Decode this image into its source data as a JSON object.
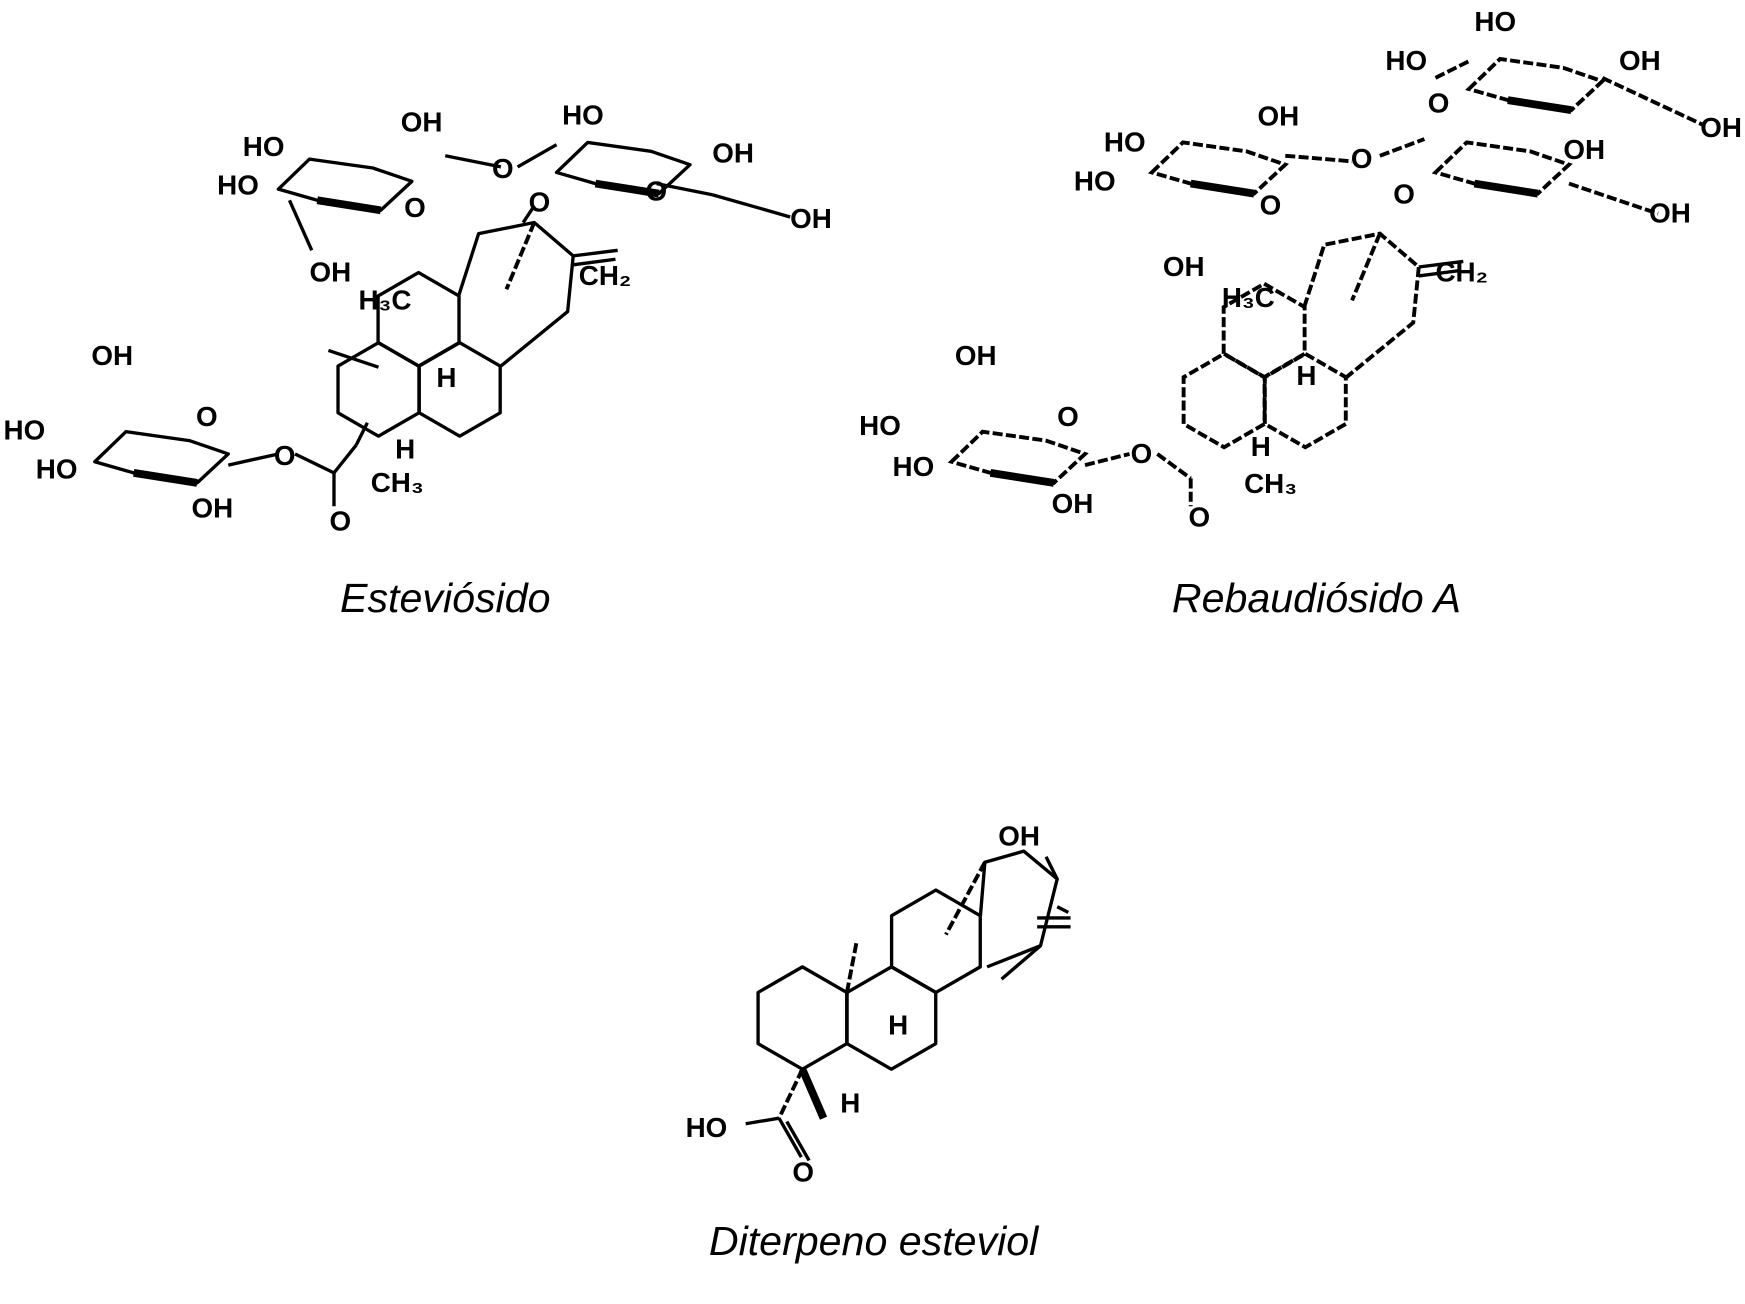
{
  "molecules": [
    {
      "id": "stevioside",
      "caption": "Esteviósido",
      "atom_labels": [
        "OH",
        "HO",
        "HO",
        "OH",
        "HO",
        "OH",
        "O",
        "O",
        "O",
        "O",
        "OH",
        "CH₂",
        "H₃C",
        "H",
        "OH",
        "HO",
        "O",
        "O",
        "HO",
        "OH",
        "H",
        "CH₃",
        "O"
      ]
    },
    {
      "id": "rebaudioside-a",
      "caption": "Rebaudiósido A",
      "atom_labels": [
        "HO",
        "OH",
        "HO",
        "O",
        "O",
        "O",
        "OH",
        "OH",
        "HO",
        "HO",
        "OH",
        "O",
        "OH",
        "OH",
        "H₃C",
        "CH₂",
        "OH",
        "HO",
        "O",
        "HO",
        "OH",
        "O",
        "O",
        "H",
        "CH₃",
        "H"
      ]
    },
    {
      "id": "steviol",
      "caption": "Diterpeno esteviol",
      "atom_labels": [
        "OH",
        "H",
        "H",
        "HO",
        "O"
      ]
    }
  ]
}
